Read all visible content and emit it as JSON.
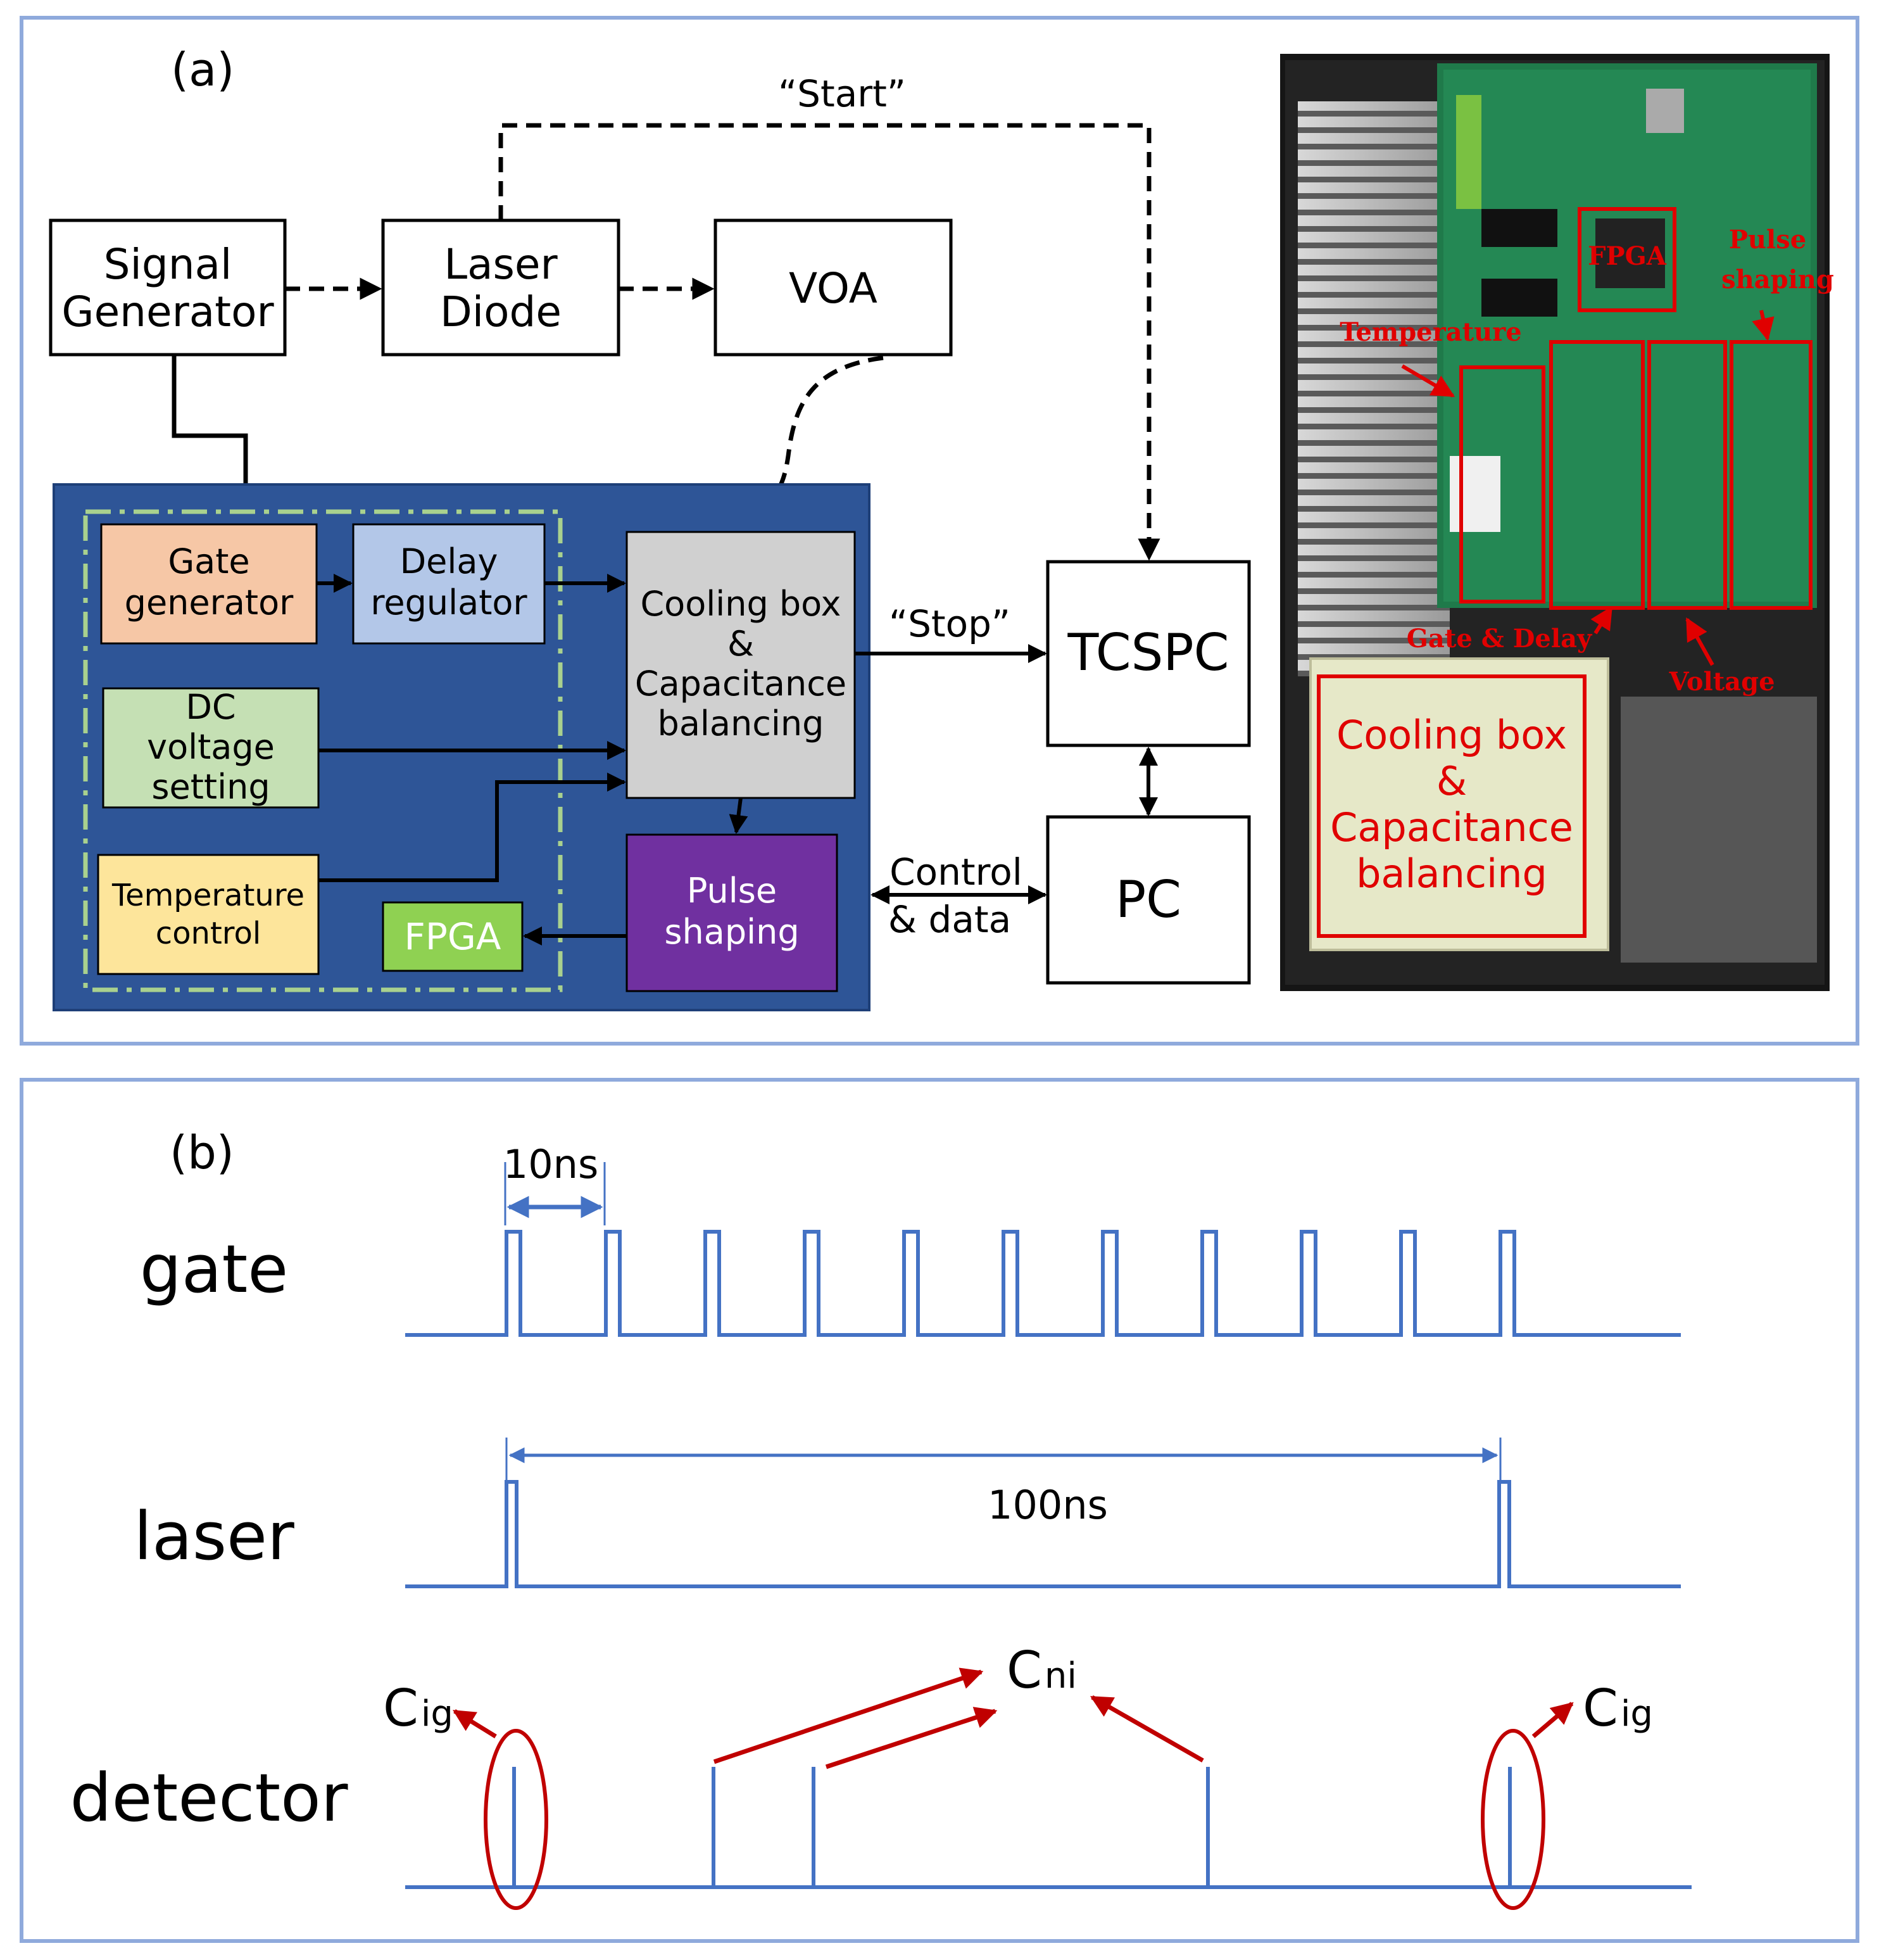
{
  "panel_a": {
    "label": "(a)",
    "start_label": "“Start”",
    "stop_label": "“Stop”",
    "control_data": [
      "Control",
      "& data"
    ],
    "blocks": {
      "signal_generator": [
        "Signal",
        "Generator"
      ],
      "laser_diode": [
        "Laser",
        "Diode"
      ],
      "voa": "VOA",
      "gate_generator": [
        "Gate",
        "generator"
      ],
      "delay_regulator": [
        "Delay",
        "regulator"
      ],
      "dc_voltage": [
        "DC",
        "voltage",
        "setting"
      ],
      "temperature_control": [
        "Temperature",
        "control"
      ],
      "fpga": "FPGA",
      "cooling_box": [
        "Cooling box",
        "&",
        "Capacitance",
        "balancing"
      ],
      "pulse_shaping": [
        "Pulse",
        "shaping"
      ],
      "tcspc": "TCSPC",
      "pc": "PC"
    },
    "photo_labels": {
      "fpga": "FPGA",
      "pulse_shaping": [
        "Pulse",
        "shaping"
      ],
      "temperature": "Temperature",
      "gate_delay": "Gate & Delay",
      "voltage": "Voltage",
      "cooling_box": [
        "Cooling box",
        "&",
        "Capacitance",
        "balancing"
      ]
    },
    "colors": {
      "blue_panel": "#2e5597",
      "gate_generator": "#f6c7a6",
      "delay_regulator": "#b3c7e8",
      "dc_voltage": "#c5e0b4",
      "temperature_control": "#fde59b",
      "fpga": "#8fd152",
      "cooling_box": "#d0d0d0",
      "pulse_shaping": "#7030a0",
      "annotation_red": "#e00000"
    }
  },
  "panel_b": {
    "label": "(b)",
    "gate_label": "gate",
    "laser_label": "laser",
    "detector_label": "detector",
    "gate_period": "10ns",
    "laser_period": "100ns",
    "cig_label": {
      "main": "C",
      "sub": "ig"
    },
    "cni_label": {
      "main": "C",
      "sub": "ni"
    },
    "gate_pulse_count": 11,
    "colors": {
      "signal": "#4472c4",
      "annotation": "#c00000"
    }
  }
}
